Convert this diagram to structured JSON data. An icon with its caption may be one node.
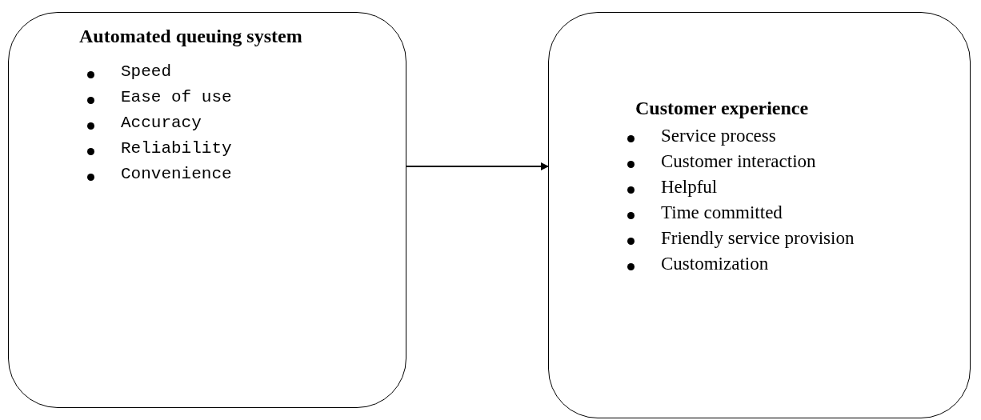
{
  "diagram": {
    "nodes": [
      {
        "text": [
          "Automated queuing system",
          "Speed",
          "Ease of use",
          "Accuracy",
          "Reliability",
          "Convenience"
        ]
      },
      {
        "text": [
          "Customer experience",
          "Service process",
          "Customer interaction",
          "Helpful",
          "Time committed",
          "Friendly service provision",
          "Customization"
        ]
      }
    ],
    "edges": [
      {
        "from": 0,
        "to": 1,
        "arrow": "to"
      }
    ]
  }
}
